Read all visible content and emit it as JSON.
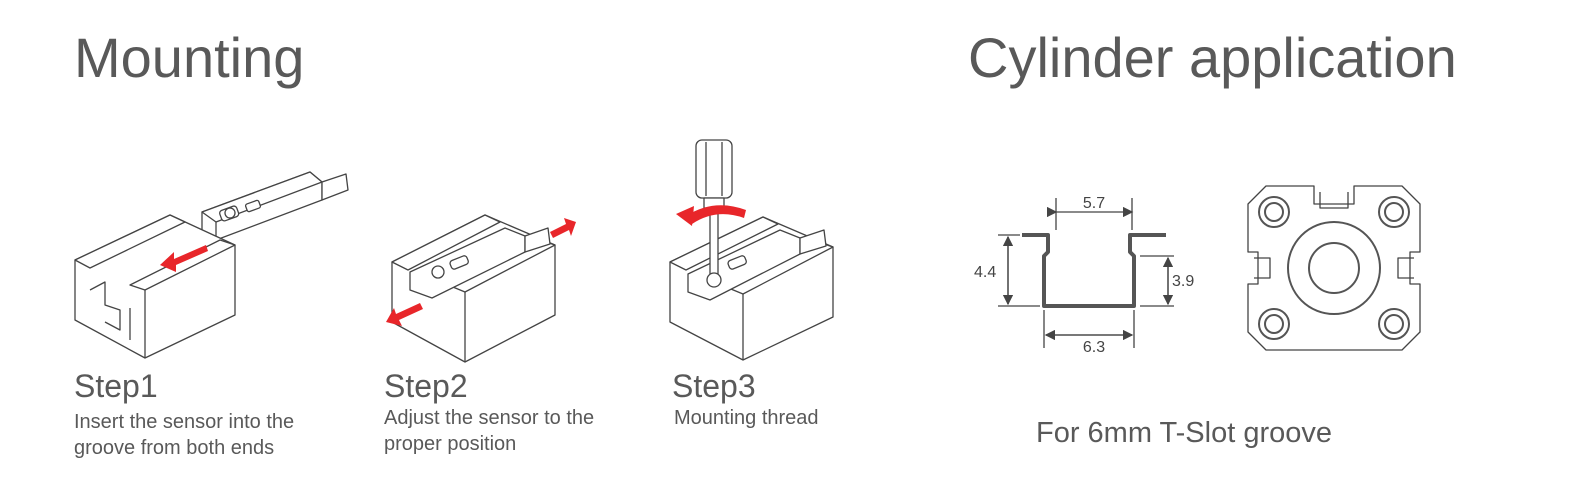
{
  "headings": {
    "mounting": "Mounting",
    "cylinder": "Cylinder application"
  },
  "steps": [
    {
      "title": "Step1",
      "description": "Insert the sensor into the groove from both ends",
      "icon": "insert-sensor-illustration"
    },
    {
      "title": "Step2",
      "description": "Adjust the sensor to the proper position",
      "icon": "adjust-sensor-illustration"
    },
    {
      "title": "Step3",
      "description": "Mounting thread",
      "icon": "screwdriver-illustration"
    }
  ],
  "groove_dimensions": {
    "top_width": "5.7",
    "height": "4.4",
    "inner_depth": "3.9",
    "bottom_width": "6.3"
  },
  "caption": "For 6mm T-Slot groove",
  "colors": {
    "text": "#595959",
    "line": "#444444",
    "arrow": "#e8262a"
  }
}
